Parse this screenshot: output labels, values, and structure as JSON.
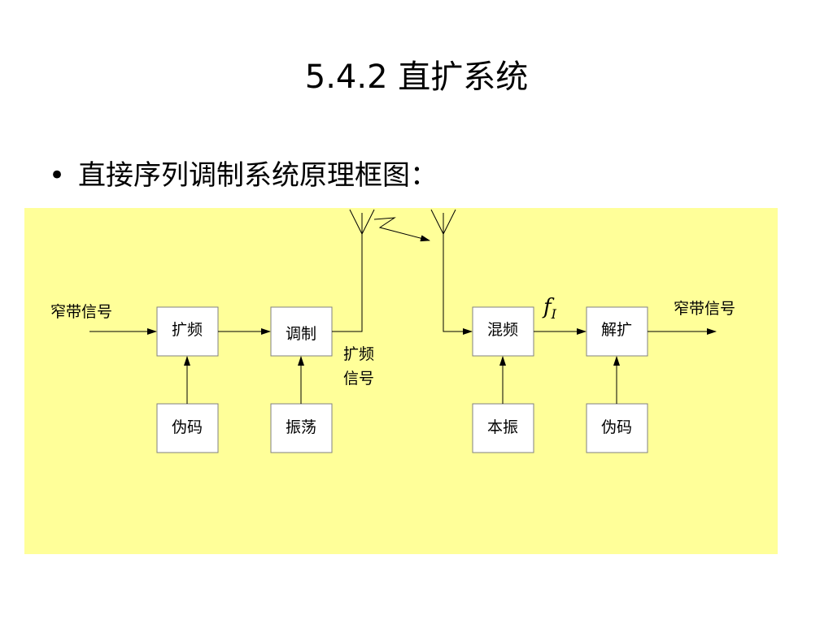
{
  "slide": {
    "title": "5.4.2 直扩系统",
    "bullet_marker": "•",
    "bullet_text": "直接序列调制系统原理框图：",
    "panel_color": "#ffff99"
  },
  "diagram": {
    "tx_input_label": "窄带信号",
    "spread_box": "扩频",
    "modulate_box": "调制",
    "tx_pn_box": "伪码",
    "oscillator_box": "振荡",
    "spread_signal_label_line1": "扩频",
    "spread_signal_label_line2": "信号",
    "mixer_box": "混频",
    "despread_box": "解扩",
    "local_osc_box": "本振",
    "rx_pn_box": "伪码",
    "if_label_main": "f",
    "if_label_sub": "I",
    "rx_output_label": "窄带信号"
  }
}
